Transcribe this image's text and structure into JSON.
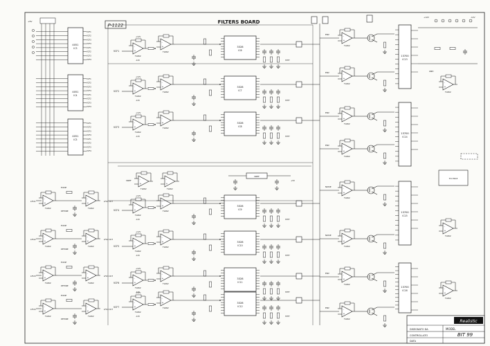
{
  "sheet": {
    "board_title": "FILTERS BOARD",
    "drawing_ref": "P-1122",
    "title_block": {
      "brand": "Realistic",
      "model_label": "MODEL",
      "model_value": "BIT 99",
      "rows": [
        "DISEGNATO DA",
        "CONTROLLATO",
        "DATA"
      ]
    }
  },
  "chips": {
    "vcf": [
      "VCF1",
      "VCF2",
      "VCF3",
      "VCF4"
    ],
    "vcf_lower": [
      "VCF5",
      "VCF6",
      "VCF7",
      "VCF8"
    ],
    "filter_ic": "3328",
    "mux_ic": "4051",
    "vca_ic": "13700",
    "opamp": "TL062",
    "noise_label": "NOISE",
    "env_label": "ENV",
    "lfo_labels": [
      "LFO1",
      "LFO2",
      "LFO3",
      "LFO4"
    ],
    "ic_refs": [
      "IC3",
      "IC4",
      "IC5",
      "IC6",
      "IC7",
      "IC8",
      "IC9",
      "IC10",
      "IC11",
      "IC12",
      "IC13",
      "IC14",
      "IC15",
      "IC16",
      "IC17",
      "IC18"
    ]
  },
  "nets": {
    "supply": [
      "+12V",
      "-12V",
      "+5V",
      "GND"
    ],
    "misc": [
      "VREF",
      "TO P103",
      "HYPT",
      "PULSE",
      "DETUNE"
    ]
  }
}
